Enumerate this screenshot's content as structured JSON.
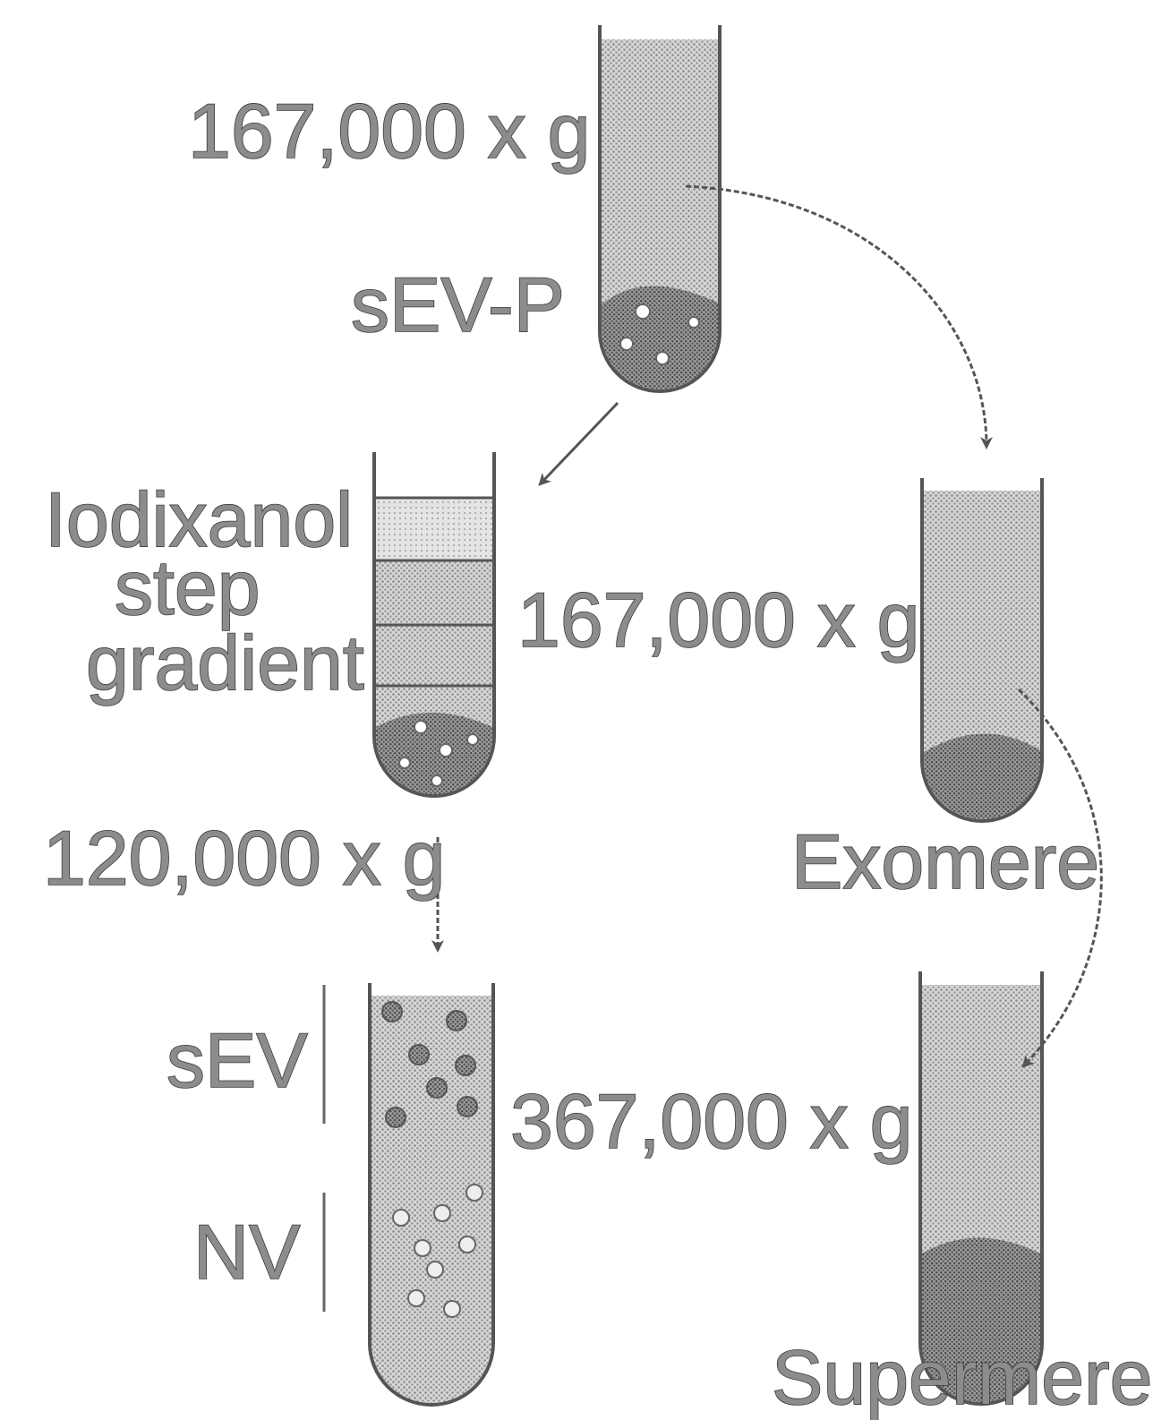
{
  "labels": {
    "spin_1": "167,000 x g",
    "pellet_1": "sEV-P",
    "gradient_line1": "Iodixanol",
    "gradient_line2": "step",
    "gradient_line3": "gradient",
    "spin_2": "167,000 x g",
    "spin_3": "120,000 x g",
    "exomere": "Exomere",
    "fraction_top": "sEV",
    "fraction_bottom": "NV",
    "spin_4": "367,000 x g",
    "supermere": "Supermere"
  },
  "colors": {
    "liquid_light": "#d2d2d2",
    "liquid_mid": "#b4b4b4",
    "pellet": "#6e6e6e",
    "outline": "#555555",
    "text_fill": "#8c8c8c"
  }
}
